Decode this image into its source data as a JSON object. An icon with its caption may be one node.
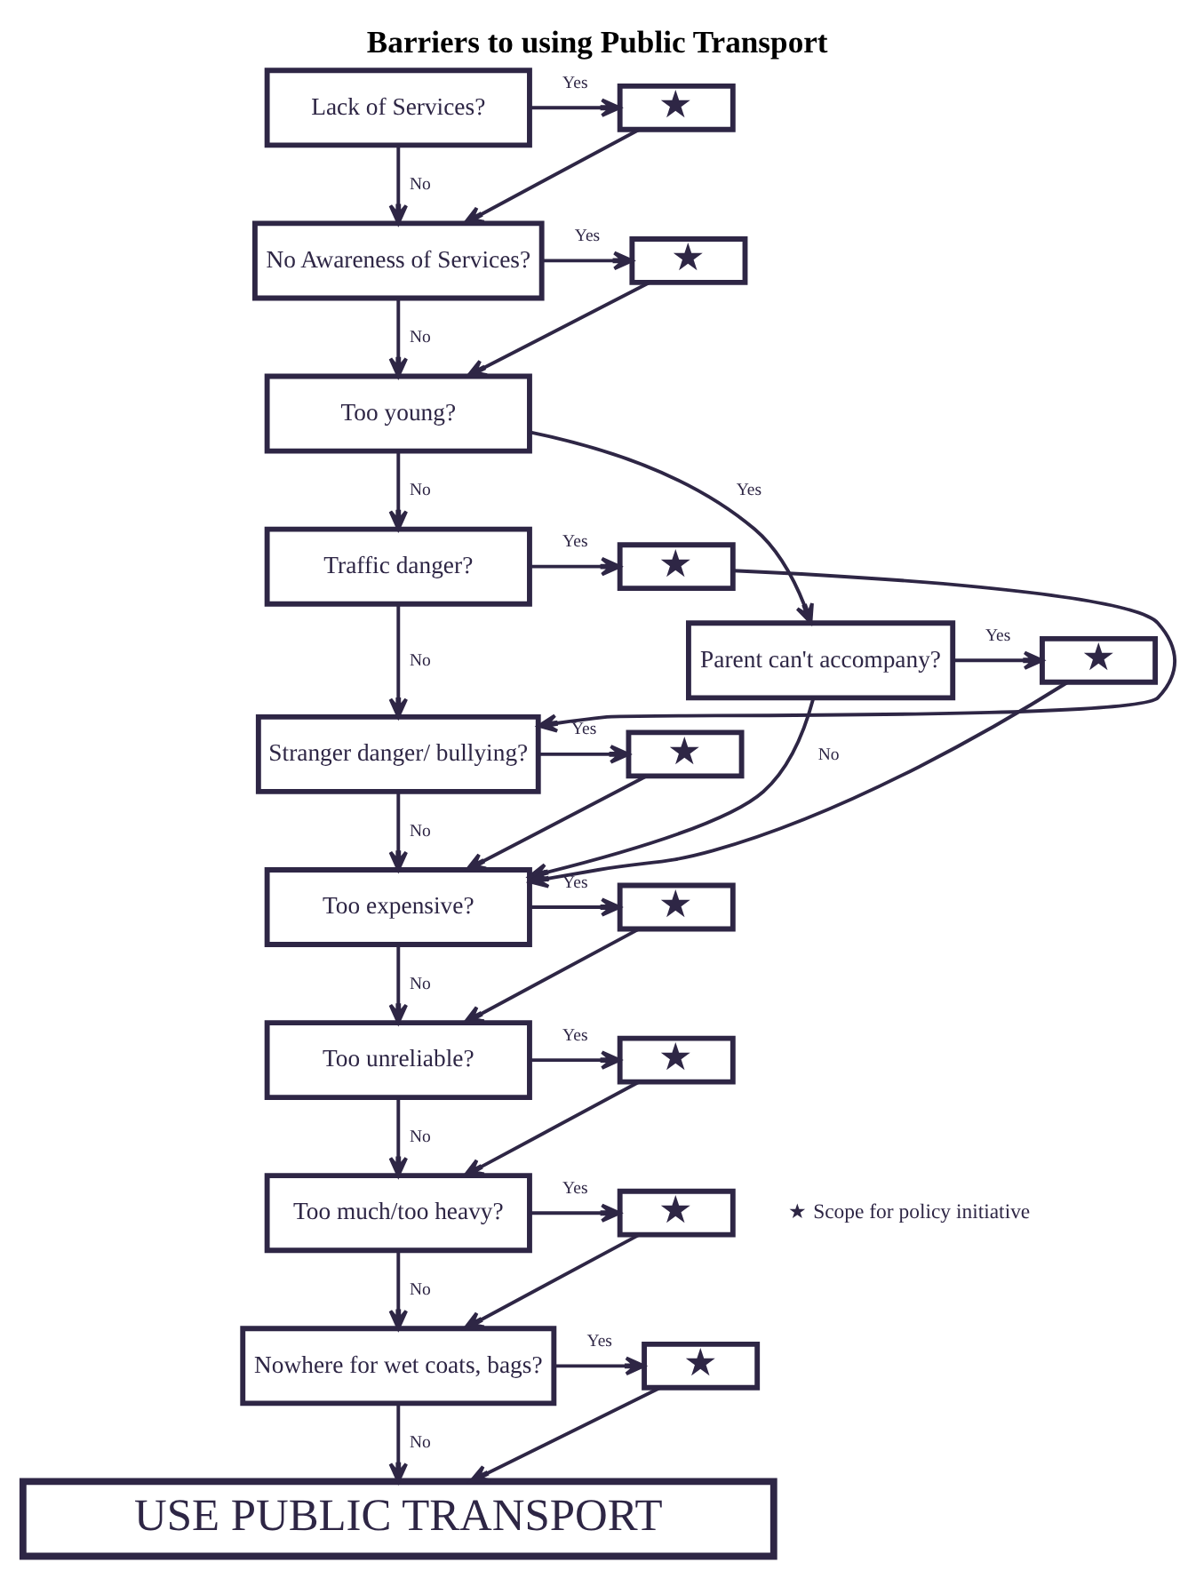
{
  "diagram": {
    "title": "Barriers to using Public Transport",
    "nodes": [
      {
        "text": [
          "Lack of Services?"
        ]
      },
      {
        "text": [
          "★"
        ]
      },
      {
        "text": [
          "No Awareness of Services?"
        ]
      },
      {
        "text": [
          "★"
        ]
      },
      {
        "text": [
          "Too young?"
        ]
      },
      {
        "text": [
          "Traffic danger?"
        ]
      },
      {
        "text": [
          "★"
        ]
      },
      {
        "text": [
          "Parent can't accompany?"
        ]
      },
      {
        "text": [
          "★"
        ]
      },
      {
        "text": [
          "Stranger danger/ bullying?"
        ]
      },
      {
        "text": [
          "★"
        ]
      },
      {
        "text": [
          "Too expensive?"
        ]
      },
      {
        "text": [
          "★"
        ]
      },
      {
        "text": [
          "Too unreliable?"
        ]
      },
      {
        "text": [
          "★"
        ]
      },
      {
        "text": [
          "Too much/too heavy?"
        ]
      },
      {
        "text": [
          "★"
        ]
      },
      {
        "text": [
          "Nowhere for wet coats, bags?"
        ]
      },
      {
        "text": [
          "★"
        ]
      },
      {
        "text": [
          "USE PUBLIC TRANSPORT"
        ]
      }
    ],
    "edges": [
      {
        "from": 0,
        "to": 1,
        "arrow": "to",
        "label": "Yes"
      },
      {
        "from": 0,
        "to": 2,
        "arrow": "to",
        "label": "No"
      },
      {
        "from": 1,
        "to": 2,
        "arrow": "to"
      },
      {
        "from": 2,
        "to": 3,
        "arrow": "to",
        "label": "Yes"
      },
      {
        "from": 2,
        "to": 4,
        "arrow": "to",
        "label": "No"
      },
      {
        "from": 3,
        "to": 4,
        "arrow": "to"
      },
      {
        "from": 4,
        "to": 7,
        "arrow": "to",
        "label": "Yes"
      },
      {
        "from": 4,
        "to": 5,
        "arrow": "to",
        "label": "No"
      },
      {
        "from": 5,
        "to": 6,
        "arrow": "to",
        "label": "Yes"
      },
      {
        "from": 5,
        "to": 9,
        "arrow": "to",
        "label": "No"
      },
      {
        "from": 6,
        "to": 9,
        "arrow": "to"
      },
      {
        "from": 7,
        "to": 8,
        "arrow": "to",
        "label": "Yes"
      },
      {
        "from": 7,
        "to": 11,
        "arrow": "to",
        "label": "No"
      },
      {
        "from": 8,
        "to": 11,
        "arrow": "to"
      },
      {
        "from": 9,
        "to": 10,
        "arrow": "to",
        "label": "Yes"
      },
      {
        "from": 9,
        "to": 11,
        "arrow": "to",
        "label": "No"
      },
      {
        "from": 10,
        "to": 11,
        "arrow": "to"
      },
      {
        "from": 11,
        "to": 12,
        "arrow": "to",
        "label": "Yes"
      },
      {
        "from": 11,
        "to": 13,
        "arrow": "to",
        "label": "No"
      },
      {
        "from": 12,
        "to": 13,
        "arrow": "to"
      },
      {
        "from": 13,
        "to": 14,
        "arrow": "to",
        "label": "Yes"
      },
      {
        "from": 13,
        "to": 15,
        "arrow": "to",
        "label": "No"
      },
      {
        "from": 14,
        "to": 15,
        "arrow": "to"
      },
      {
        "from": 15,
        "to": 16,
        "arrow": "to",
        "label": "Yes"
      },
      {
        "from": 15,
        "to": 17,
        "arrow": "to",
        "label": "No"
      },
      {
        "from": 16,
        "to": 17,
        "arrow": "to"
      },
      {
        "from": 17,
        "to": 18,
        "arrow": "to",
        "label": "Yes"
      },
      {
        "from": 17,
        "to": 19,
        "arrow": "to",
        "label": "No"
      },
      {
        "from": 18,
        "to": 19,
        "arrow": "to"
      }
    ],
    "legend": [
      {
        "text": "★ Scope for policy initiative"
      }
    ]
  }
}
